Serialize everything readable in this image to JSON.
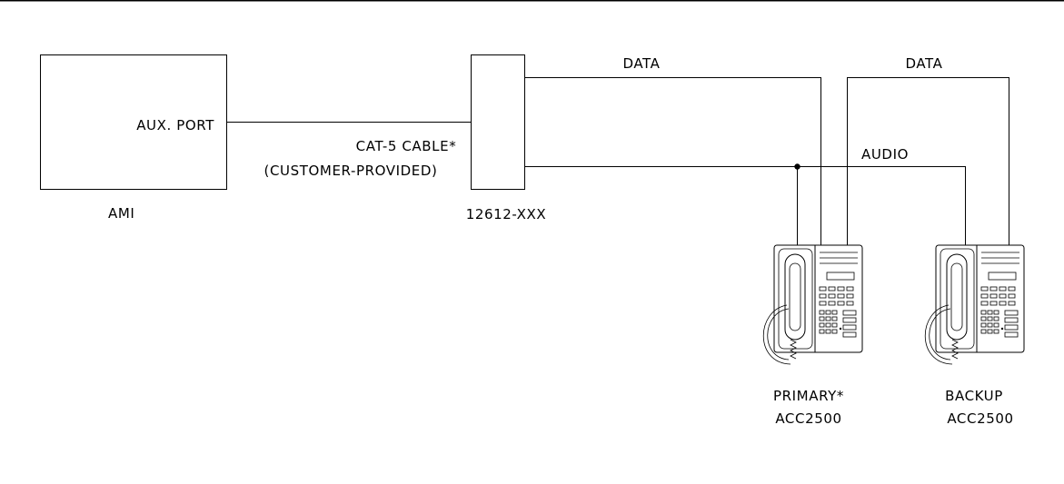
{
  "labels": {
    "ami": "AMI",
    "aux_port": "AUX. PORT",
    "cable_line1": "CAT-5 CABLE*",
    "cable_line2": "(CUSTOMER-PROVIDED)",
    "junction_box": "12612-XXX",
    "data_primary": "DATA",
    "data_backup": "DATA",
    "audio": "AUDIO",
    "primary_line1": "PRIMARY*",
    "primary_line2": "ACC2500",
    "backup_line1": "BACKUP",
    "backup_line2": "ACC2500"
  }
}
